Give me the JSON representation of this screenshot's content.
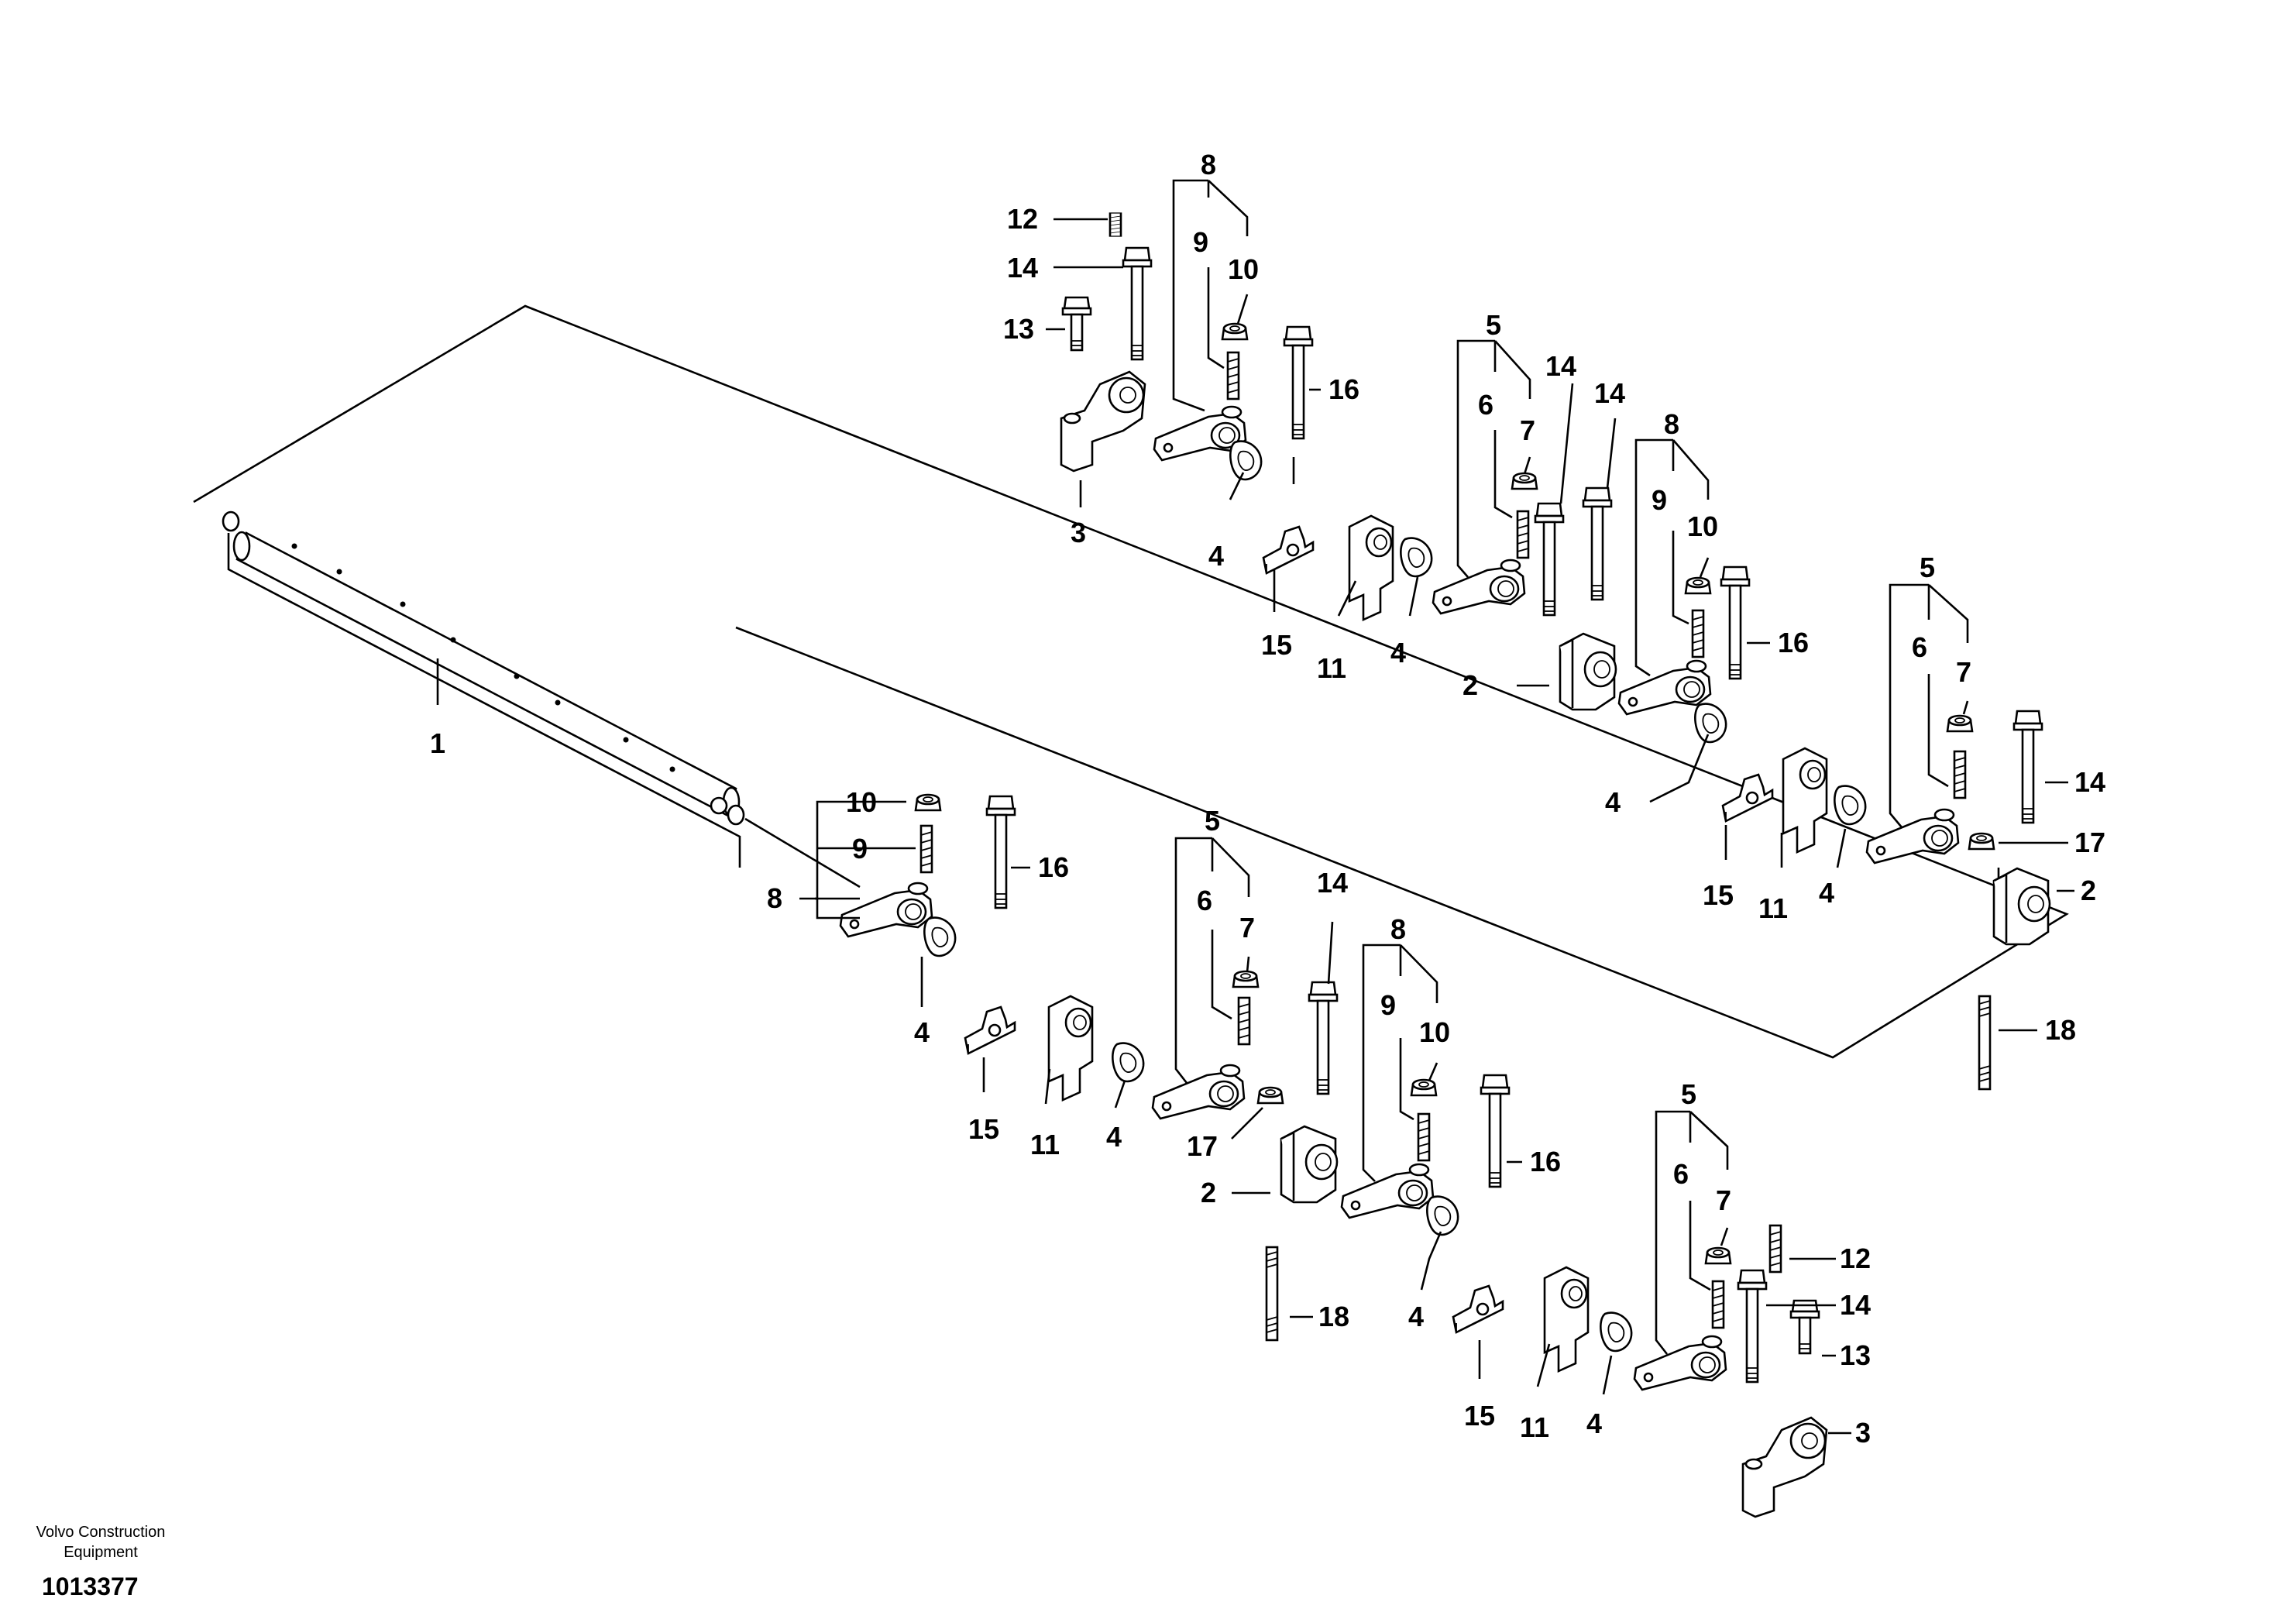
{
  "caption": {
    "line1": "Volvo Construction",
    "line2": "Equipment"
  },
  "document_number": "1013377",
  "callouts": {
    "c1": "1",
    "c2a": "2",
    "c2b": "2",
    "c2c": "2",
    "c3a": "3",
    "c3b": "3",
    "c4a": "4",
    "c4b": "4",
    "c4c": "4",
    "c4d": "4",
    "c4e": "4",
    "c4f": "4",
    "c4g": "4",
    "c4h": "4",
    "c5a": "5",
    "c5b": "5",
    "c5c": "5",
    "c5d": "5",
    "c6a": "6",
    "c6b": "6",
    "c6c": "6",
    "c6d": "6",
    "c7a": "7",
    "c7b": "7",
    "c7c": "7",
    "c7d": "7",
    "c8a": "8",
    "c8b": "8",
    "c8c": "8",
    "c8d": "8",
    "c9a": "9",
    "c9b": "9",
    "c9c": "9",
    "c9d": "9",
    "c10a": "10",
    "c10b": "10",
    "c10c": "10",
    "c10d": "10",
    "c11a": "11",
    "c11b": "11",
    "c11c": "11",
    "c11d": "11",
    "c12a": "12",
    "c12b": "12",
    "c13a": "13",
    "c13b": "13",
    "c14a": "14",
    "c14b": "14",
    "c14c": "14",
    "c14d": "14",
    "c14e": "14",
    "c15a": "15",
    "c15b": "15",
    "c15c": "15",
    "c15d": "15",
    "c16a": "16",
    "c16b": "16",
    "c16c": "16",
    "c16d": "16",
    "c17a": "17",
    "c17b": "17",
    "c18a": "18",
    "c18b": "18"
  }
}
